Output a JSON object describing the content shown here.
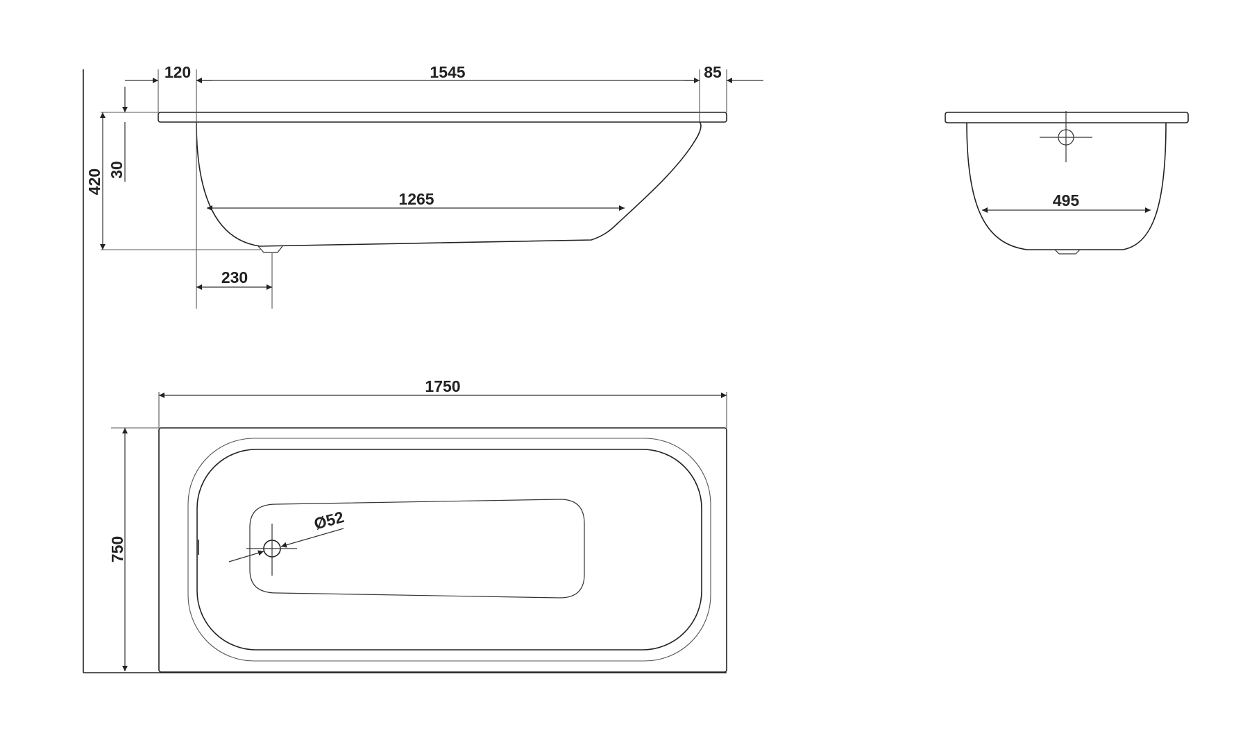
{
  "drawing": {
    "side_view": {
      "lip_left": "120",
      "inner_top": "1545",
      "lip_right": "85",
      "overall_height": "420",
      "rim_thickness": "30",
      "bottom_length": "1265",
      "drain_offset": "230"
    },
    "end_view": {
      "bottom_width": "495"
    },
    "top_view": {
      "overall_length": "1750",
      "overall_width": "750",
      "drain_diameter": "Ø52"
    }
  },
  "colors": {
    "line": "#222222",
    "background": "#ffffff"
  }
}
